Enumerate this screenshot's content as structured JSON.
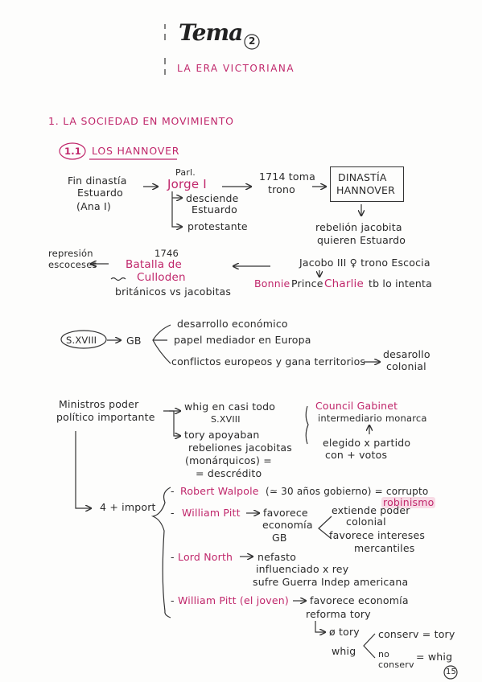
{
  "header": {
    "title": "Tema",
    "num": "2",
    "subtitle": "LA ERA VICTORIANA"
  },
  "section1": {
    "heading": "1. LA SOCIEDAD EN MOVIMIENTO"
  },
  "sub11": {
    "num": "1.1",
    "heading": "LOS HANNOVER"
  },
  "flow1": {
    "fin_line1": "Fin dinastía",
    "fin_line2": "Estuardo",
    "fin_line3": "(Ana I)",
    "parl": "Parl.",
    "jorge": "Jorge I",
    "desciende_line1": "desciende",
    "desciende_line2": "Estuardo",
    "protestante": "protestante",
    "toma_line1": "1714 toma",
    "toma_line2": "trono",
    "dinastia_line1": "DINASTÍA",
    "dinastia_line2": "HANNOVER",
    "rebelion_line1": "rebelión jacobita",
    "rebelion_line2": "quieren Estuardo"
  },
  "flow2": {
    "represion_line1": "represión",
    "represion_line2": "escoceses",
    "year": "1746",
    "batalla_line1": "Batalla de",
    "batalla_line2": "Culloden",
    "bvj": "británicos vs jacobitas",
    "jacobo": "Jacobo III ♀ trono Escocia",
    "bonnie": "Bonnie",
    "prince": "Prince",
    "charlie": "Charlie",
    "intenta": "tb lo intenta"
  },
  "sxviii": {
    "label": "S.XVIII",
    "gb": "GB",
    "item1": "desarrollo económico",
    "item2": "papel mediador en Europa",
    "item3": "conflictos europeos y gana territorios",
    "result_line1": "desarollo",
    "result_line2": "colonial"
  },
  "ministros": {
    "line1": "Ministros poder",
    "line2": "político importante",
    "whig_line1": "whig en casi todo",
    "whig_line2": "S.XVIII",
    "tory_line1": "tory apoyaban",
    "tory_line2": "rebeliones jacobitas",
    "tory_line3": "(monárquicos) =",
    "tory_line4": "= descrédito",
    "council": "Council Gabinet",
    "council_sub": "intermediario monarca",
    "elegido_line1": "elegido x partido",
    "elegido_line2": "con + votos",
    "four": "4 + import"
  },
  "pm": {
    "walpole_name": "Robert Walpole",
    "walpole_rest": "(≃ 30 años gobierno) = corrupto",
    "robinismo": "robinismo",
    "pitt_name": "William Pitt",
    "pitt_rest": "favorece",
    "pitt_l2": "economía",
    "pitt_l3": "GB",
    "extiende_line1": "extiende poder",
    "extiende_line2": "colonial",
    "favorece_line1": "favorece intereses",
    "favorece_line2": "mercantiles",
    "north_name": "Lord North",
    "north_rest": "nefasto",
    "north_l2": "influenciado x rey",
    "north_l3": "sufre Guerra Indep americana",
    "pittj_name": "William Pitt (el joven)",
    "pittj_rest": "favorece economía",
    "pittj_l2": "reforma tory",
    "notory": "ø tory",
    "whig": "whig",
    "conserv_tory": "conserv = tory",
    "no_line1": "no",
    "no_line2": "conserv",
    "no_eq": "= whig"
  },
  "page_number": "15",
  "colors": {
    "accent": "#c0276b",
    "ink": "#2a2a2a",
    "highlight": "#f8dbe6"
  }
}
